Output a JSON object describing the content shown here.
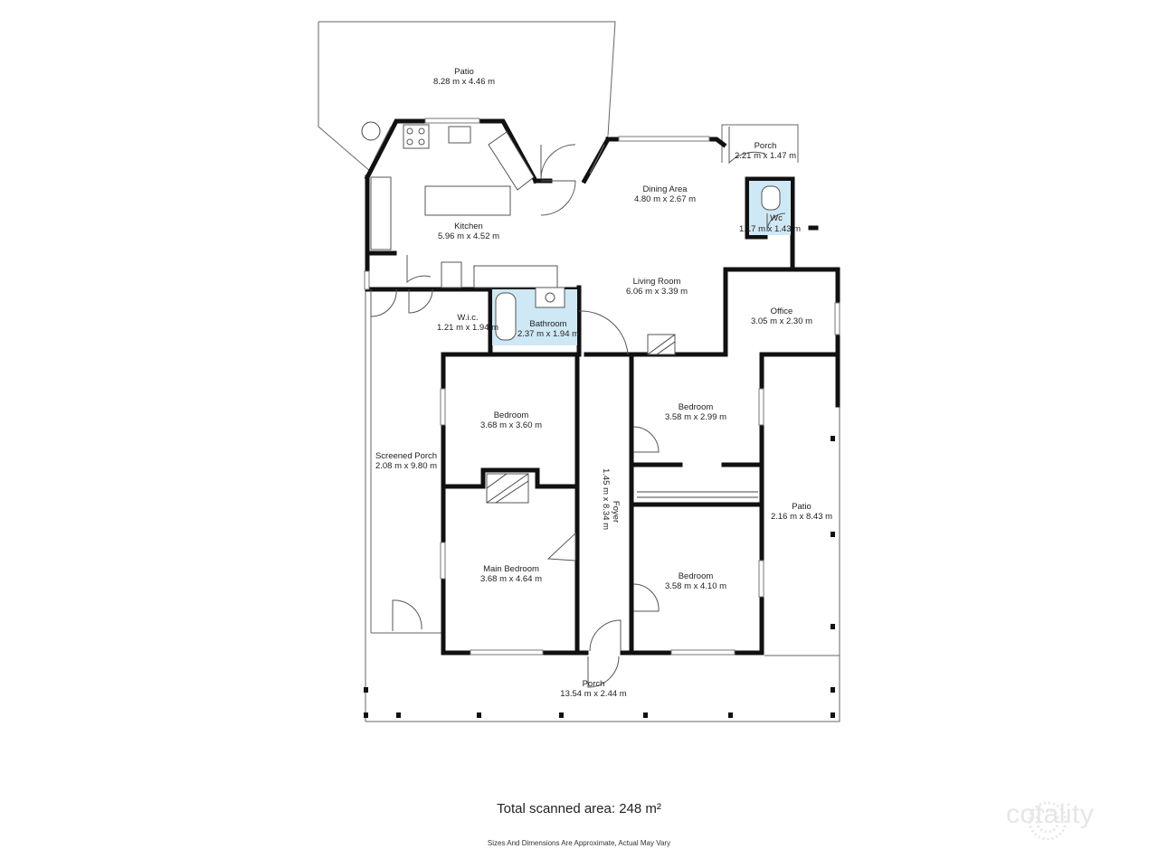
{
  "rooms": [
    {
      "id": "patio-north",
      "name": "Patio",
      "dims": "8.28 m x 4.46 m"
    },
    {
      "id": "kitchen",
      "name": "Kitchen",
      "dims": "5.96 m x 4.52 m"
    },
    {
      "id": "dining-area",
      "name": "Dining Area",
      "dims": "4.80 m x 2.67 m"
    },
    {
      "id": "porch-east",
      "name": "Porch",
      "dims": "2.21 m x 1.47 m"
    },
    {
      "id": "wc",
      "name": "Wc",
      "dims": "1.17 m x 1.43 m"
    },
    {
      "id": "living-room",
      "name": "Living Room",
      "dims": "6.06 m x 3.39 m"
    },
    {
      "id": "office",
      "name": "Office",
      "dims": "3.05 m x 2.30 m"
    },
    {
      "id": "wic",
      "name": "W.i.c.",
      "dims": "1.21 m x 1.94 m"
    },
    {
      "id": "bathroom",
      "name": "Bathroom",
      "dims": "2.37 m x 1.94 m"
    },
    {
      "id": "bedroom-west",
      "name": "Bedroom",
      "dims": "3.68 m x 3.60 m"
    },
    {
      "id": "bedroom-east",
      "name": "Bedroom",
      "dims": "3.58 m x 2.99 m"
    },
    {
      "id": "screened-porch",
      "name": "Screened Porch",
      "dims": "2.08 m x 9.80 m"
    },
    {
      "id": "foyer",
      "name": "Foyer",
      "dims": "1.45 m x 8.34 m"
    },
    {
      "id": "patio-east",
      "name": "Patio",
      "dims": "2.16 m x 8.43 m"
    },
    {
      "id": "main-bedroom",
      "name": "Main Bedroom",
      "dims": "3.68 m x 4.64 m"
    },
    {
      "id": "bedroom-south",
      "name": "Bedroom",
      "dims": "3.58 m x 4.10 m"
    },
    {
      "id": "porch-south",
      "name": "Porch",
      "dims": "13.54 m x 2.44 m"
    }
  ],
  "footer": {
    "total_area": "Total scanned area: 248 m²",
    "disclaimer": "Sizes And Dimensions Are Approximate, Actual May Vary",
    "brand": "cotality"
  },
  "colors": {
    "wall": "#111111",
    "wet_area": "#cfe8f5",
    "brand": "#e6e6e6"
  }
}
